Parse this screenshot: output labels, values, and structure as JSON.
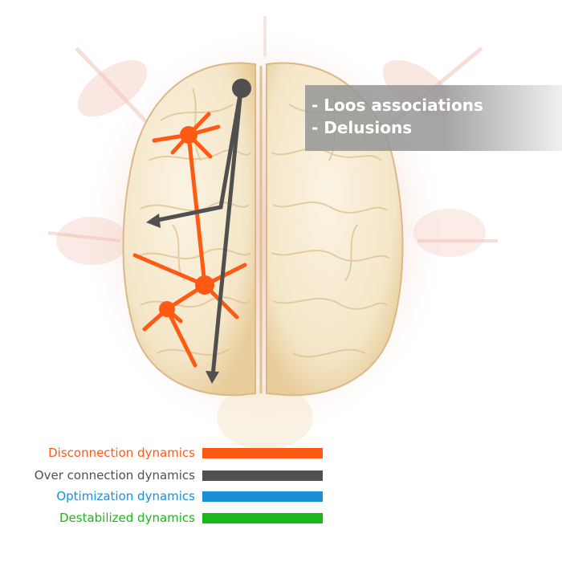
{
  "annotations": [
    "- Loos associations",
    "- Delusions"
  ],
  "legend": [
    {
      "label": "Disconnection dynamics",
      "color": "#ff5a14"
    },
    {
      "label": "Over connection dynamics",
      "color": "#505050"
    },
    {
      "label": "Optimization dynamics",
      "color": "#1a8fd8"
    },
    {
      "label": "Destabilized dynamics",
      "color": "#1bb81b"
    }
  ],
  "colors": {
    "disconnection": "#ff5a14",
    "over_connection": "#505050",
    "brain_fill": "#f6ead0",
    "brain_outline": "#d9b987",
    "halo": "#f4cfc4"
  },
  "icons": [
    "brain-illustration",
    "disconnection-node",
    "over-connection-arrow"
  ]
}
